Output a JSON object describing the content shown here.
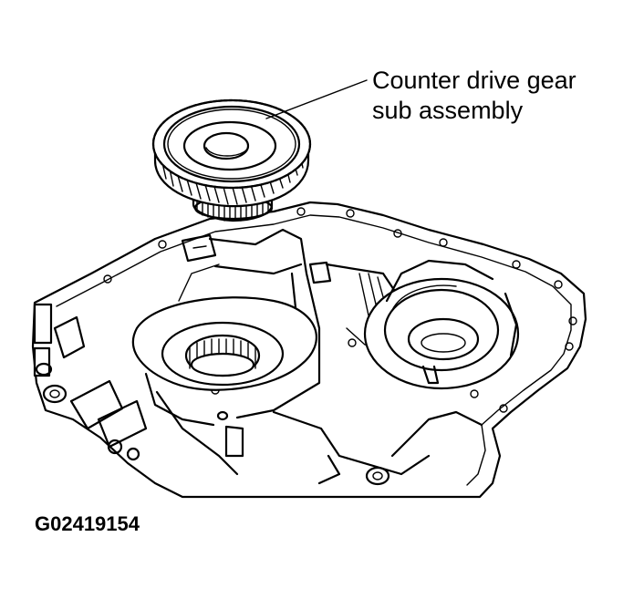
{
  "callout": {
    "line1": "Counter drive gear",
    "line2": "sub assembly"
  },
  "figure_id": "G02419154",
  "colors": {
    "ink": "#000000",
    "background": "#ffffff"
  }
}
